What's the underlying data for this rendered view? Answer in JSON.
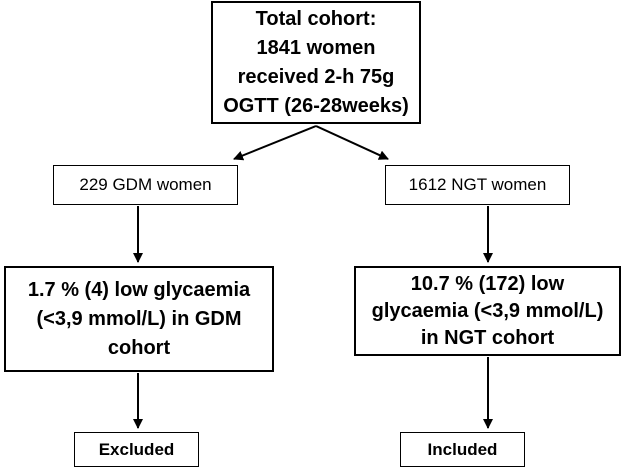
{
  "flowchart": {
    "total_cohort": {
      "lines": [
        "Total cohort:",
        "1841 women",
        "received 2-h 75g",
        "OGTT (26-28weeks)"
      ]
    },
    "gdm_group": {
      "label": "229 GDM women"
    },
    "ngt_group": {
      "label": "1612 NGT women"
    },
    "gdm_low": {
      "lines": [
        "1.7 % (4) low glycaemia",
        "(<3,9 mmol/L) in GDM",
        "cohort"
      ]
    },
    "ngt_low": {
      "lines": [
        "10.7 % (172) low",
        "glycaemia (<3,9 mmol/L)",
        "in NGT cohort"
      ]
    },
    "gdm_outcome": {
      "label": "Excluded"
    },
    "ngt_outcome": {
      "label": "Included"
    }
  }
}
